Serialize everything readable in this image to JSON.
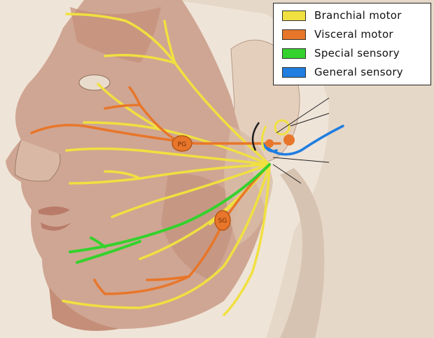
{
  "legend": {
    "items": [
      {
        "label": "Branchial motor",
        "color": "#f0e040"
      },
      {
        "label": "Visceral motor",
        "color": "#e8762a"
      },
      {
        "label": "Special sensory",
        "color": "#34d22c"
      },
      {
        "label": "General sensory",
        "color": "#1f7ee0"
      }
    ]
  },
  "annotations": {
    "a1": "",
    "a2": "",
    "a3": "",
    "a4": ""
  },
  "colors": {
    "skin": "#e8d6c4",
    "muscle": "#c89c86",
    "branchial": "#f0e040",
    "visceral": "#e8762a",
    "special": "#34d22c",
    "general": "#1f7ee0"
  },
  "ganglia": [
    {
      "label": "PG"
    },
    {
      "label": "SG"
    }
  ]
}
